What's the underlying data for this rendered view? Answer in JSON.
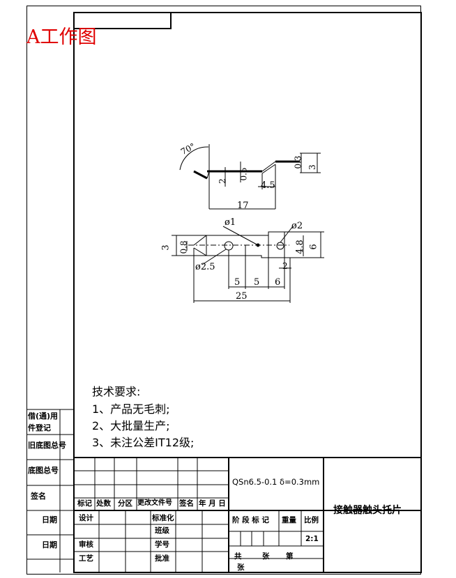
{
  "title_red": "A工作图",
  "side_labels": {
    "borrow1": "借(通)用",
    "borrow2": "件登记",
    "old_base": "旧底图总号",
    "base_no": "底图总号",
    "signature": "签名",
    "date1": "日期",
    "date2": "日期"
  },
  "requirements": {
    "heading": "技术要求:",
    "items": [
      "1、产品无毛刺;",
      "2、大批量生产;",
      "3、未注公差IT12级;"
    ]
  },
  "title_block": {
    "material": "QSn6.5-0.1 δ=0.3mm",
    "part_name": "接触器触头托片",
    "rev_headers": [
      "标记",
      "处数",
      "分区",
      "更改文件号",
      "签名",
      "年 月 日"
    ],
    "roles_left": [
      "设计",
      "审核",
      "工艺"
    ],
    "roles_right": [
      "标准化",
      "班级",
      "学号",
      "批准"
    ],
    "stage_headers": [
      "阶 段 标 记",
      "重量",
      "比例"
    ],
    "scale": "2:1",
    "sheet_total": "共",
    "sheet_unit": "张",
    "sheet_of": "第",
    "sheet_unit2": "张"
  },
  "dimensions": {
    "angle": "70°",
    "d2": "2",
    "d05": "0.5",
    "d03": "0.3",
    "d3_top": "3",
    "d45": "4.5",
    "d17": "17",
    "phi1": "ø1",
    "phi2": "ø2",
    "d3_left": "3",
    "d08": "0.8",
    "phi25": "ø2.5",
    "d48": "4.8",
    "d6_right": "6",
    "d2_bottom": "2",
    "d5a": "5",
    "d5b": "5",
    "d6": "6",
    "d25": "25"
  }
}
